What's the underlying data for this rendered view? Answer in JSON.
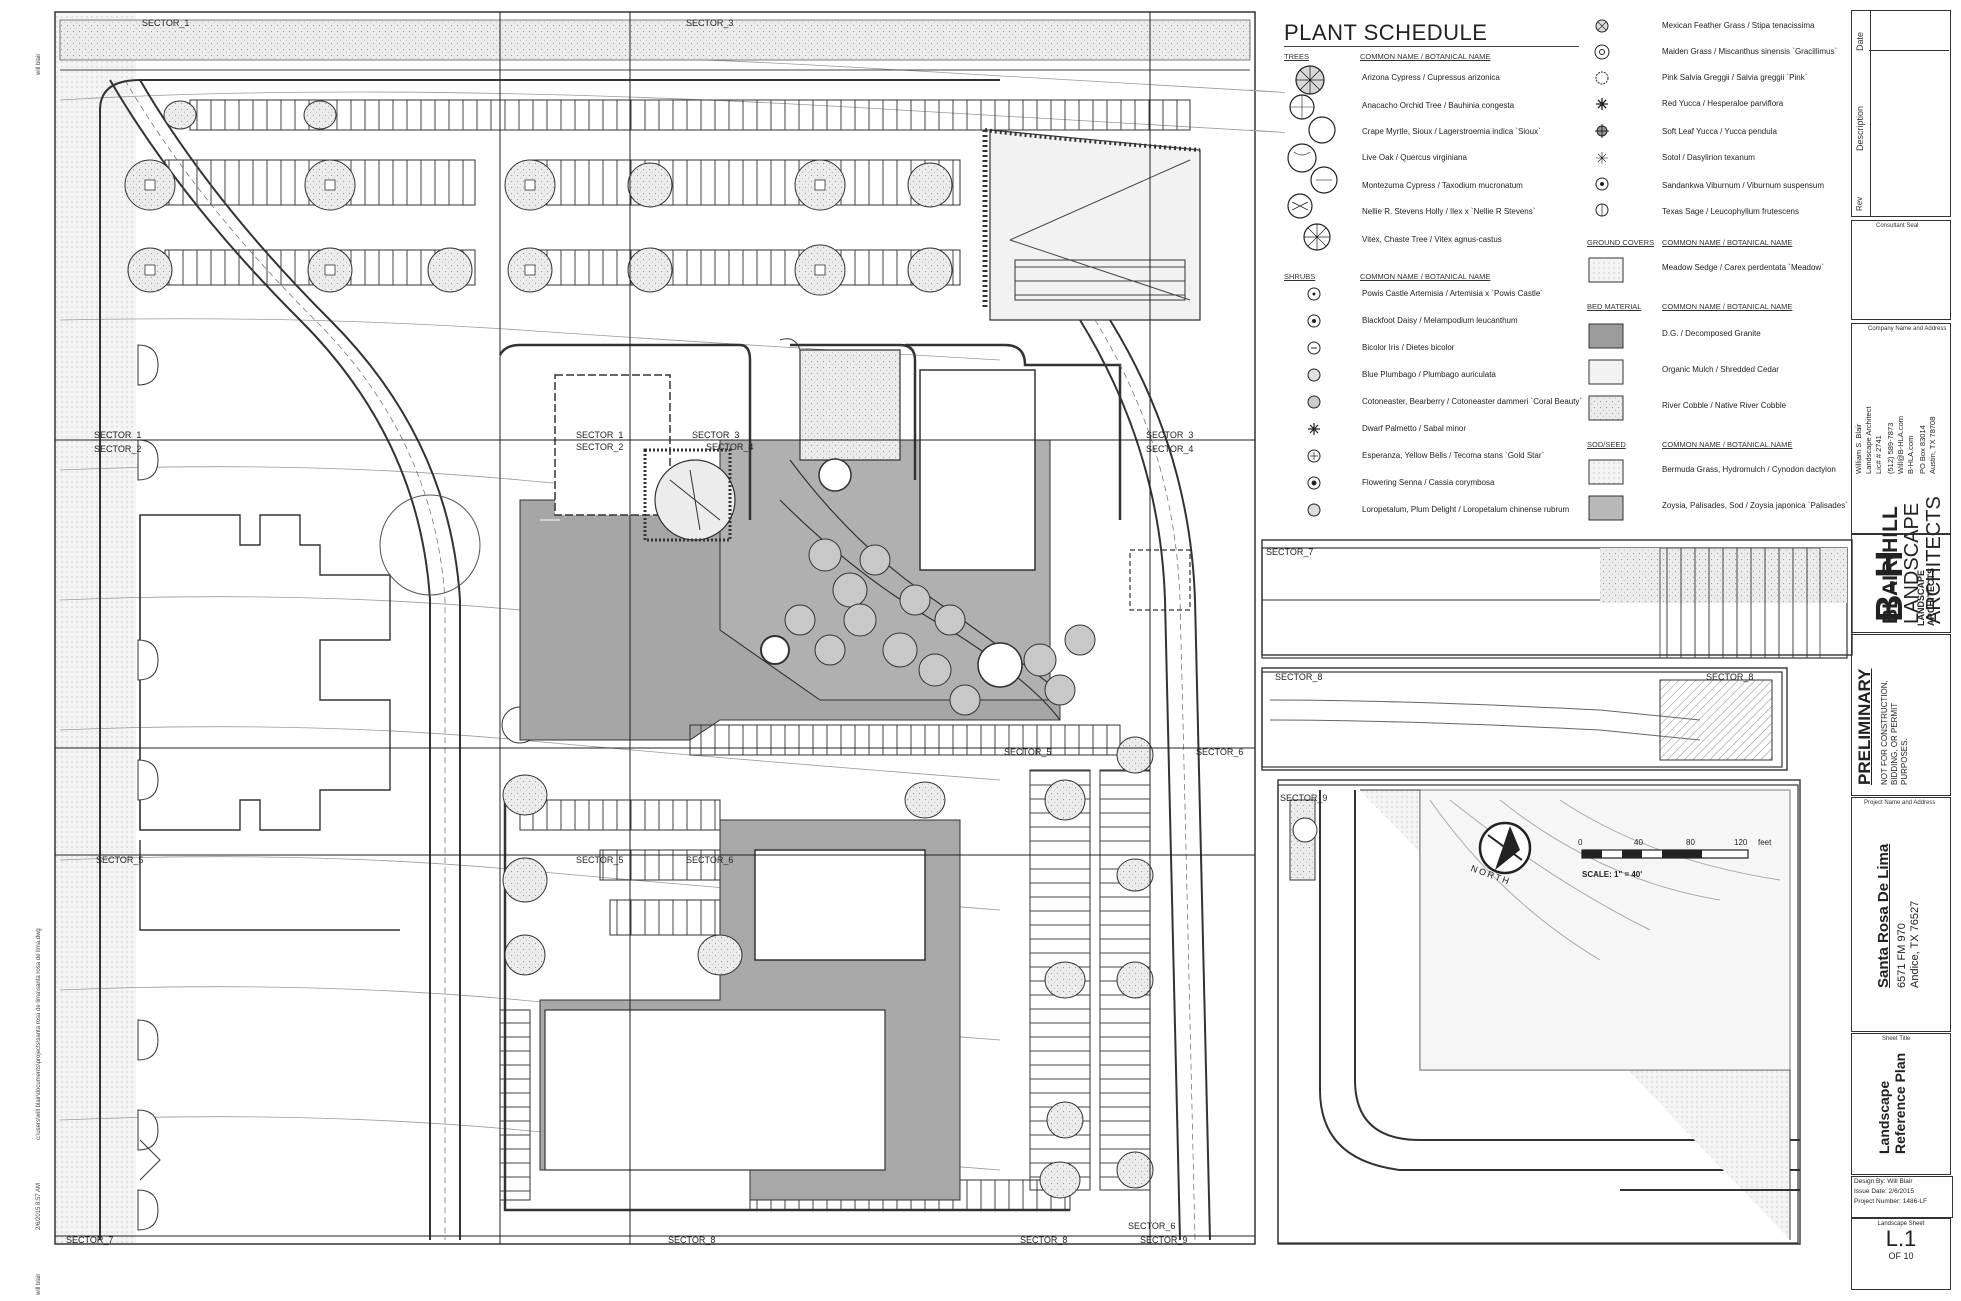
{
  "sector_labels": {
    "s1": "SECTOR_1",
    "s2": "SECTOR_2",
    "s3": "SECTOR_3",
    "s4": "SECTOR_4",
    "s5": "SECTOR_5",
    "s6": "SECTOR_6",
    "s7": "SECTOR_7",
    "s8": "SECTOR_8",
    "s9": "SECTOR_9"
  },
  "plant_schedule": {
    "title": "PLANT SCHEDULE",
    "trees_label": "TREES",
    "shrubs_label": "SHRUBS",
    "ground_covers_label": "GROUND COVERS",
    "bed_material_label": "BED MATERIAL",
    "sod_seed_label": "SOD/SEED",
    "col_header": "COMMON NAME / BOTANICAL NAME",
    "trees": [
      "Arizona Cypress / Cupressus arizonica",
      "Anacacho Orchid Tree / Bauhinia congesta",
      "Crape Myrtle, Sioux / Lagerstroemia indica `Sioux`",
      "Live Oak / Quercus virginiana",
      "Montezuma Cypress / Taxodium mucronatum",
      "Nellie R. Stevens Holly / Ilex x `Nellie R Stevens`",
      "Vitex, Chaste Tree / Vitex agnus-castus"
    ],
    "shrubs": [
      "Powis Castle Artemisia / Artemisia x `Powis Castle`",
      "Blackfoot Daisy / Melampodium leucanthum",
      "Bicolor Iris / Dietes bicolor",
      "Blue Plumbago / Plumbago auriculata",
      "Cotoneaster, Bearberry / Cotoneaster dammeri `Coral Beauty`",
      "Dwarf Palmetto / Sabal minor",
      "Esperanza, Yellow Bells / Tecoma stans `Gold Star`",
      "Flowering Senna / Cassia corymbosa",
      "Loropetalum, Plum Delight / Loropetalum chinense rubrum"
    ],
    "shrubs_col2": [
      "Mexican Feather Grass / Stipa tenacissima",
      "Maiden Grass / Miscanthus sinensis `Gracillimus`",
      "Pink Salvia Greggii / Salvia greggii `Pink`",
      "Red Yucca / Hesperaloe parviflora",
      "Soft Leaf Yucca / Yucca pendula",
      "Sotol / Dasylirion texanum",
      "Sandankwa Viburnum / Viburnum suspensum",
      "Texas Sage / Leucophyllum frutescens"
    ],
    "ground_covers": [
      "Meadow Sedge / Carex perdentata `Meadow`"
    ],
    "bed_materials": [
      "D.G. / Decomposed Granite",
      "Organic Mulch / Shredded Cedar",
      "River Cobble / Native River Cobble"
    ],
    "sod_seed": [
      "Bermuda Grass, Hydromulch / Cynodon dactylon",
      "Zoysia, Palisades, Sod / Zoysia japonica `Palisades`"
    ]
  },
  "north": {
    "label": "NORTH",
    "scale_ticks": [
      "0",
      "40",
      "80",
      "120"
    ],
    "scale_unit": "feet",
    "scale_text": "SCALE: 1\" = 40'"
  },
  "title_block": {
    "rev_label": "Rev",
    "date_label": "Date",
    "description_label": "Description",
    "consultant_seal": "Consultant Seal",
    "company_caption": "Company Name and Address",
    "designer_name": "William S. Blair",
    "designer_title": "Landscape Architect",
    "license": "Lic# # 2741",
    "phone": "(512) 589-7873",
    "email": "Will@B-HLA.com",
    "website": "B-HLA.com",
    "po_box": "PO Box 83014",
    "city": "Austin, TX 78708",
    "firm_name": "BLAIR-HILL",
    "firm_line2": "LANDSCAPE",
    "firm_line3": "ARCHITECTS",
    "logo_letters": "B-H",
    "logo_sub": "LANDSCAPE ARCHITECTS",
    "preliminary": "PRELIMINARY",
    "prelim_note_1": "NOT FOR CONSTRUCTION,",
    "prelim_note_2": "BIDDING, OR PERMIT",
    "prelim_note_3": "PURPOSES.",
    "project_caption": "Project Name and Address",
    "project_name": "Santa Rosa De Lima",
    "project_addr1": "6571 FM 970",
    "project_addr2": "Andice, TX 76527",
    "sheet_title_caption": "Sheet Title",
    "sheet_title_1": "Landscape",
    "sheet_title_2": "Reference Plan",
    "design_by": "Design By: Will Blair",
    "issue_date": "Issue Date: 2/6/2015",
    "project_number": "Project Number: 1486-LF",
    "landscape_sheet": "Landscape Sheet",
    "sheet_no": "L.1",
    "sheet_of": "OF 10"
  },
  "margin_texts": {
    "user": "will blair",
    "path": "c:\\users\\will blair\\documents\\projects\\santa rosa de lima\\santa rosa de lima.dwg",
    "timestamp": "2/6/2015 8:57 AM",
    "user2": "will blair"
  }
}
